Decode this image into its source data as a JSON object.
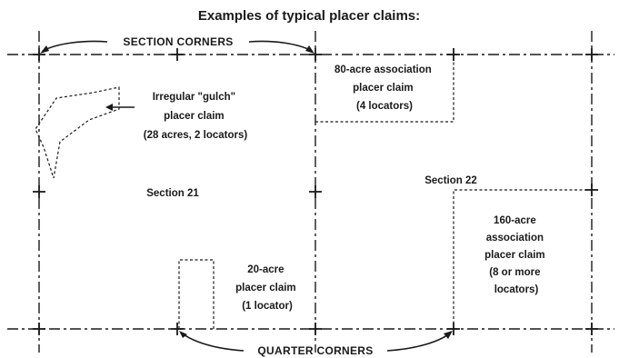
{
  "title": "Examples of typical placer claims:",
  "section_corners_label": "SECTION CORNERS",
  "quarter_corners_label": "QUARTER CORNERS",
  "section_21_label": "Section 21",
  "section_22_label": "Section 22",
  "claims": {
    "gulch": [
      "Irregular \"gulch\"",
      "placer claim",
      "(28 acres, 2 locators)"
    ],
    "association_80": [
      "80-acre association",
      "placer claim",
      "(4 locators)"
    ],
    "association_160": [
      "160-acre",
      "association",
      "placer claim",
      "(8 or more",
      "locators)"
    ],
    "claim_20": [
      "20-acre",
      "placer claim",
      "(1 locator)"
    ]
  }
}
